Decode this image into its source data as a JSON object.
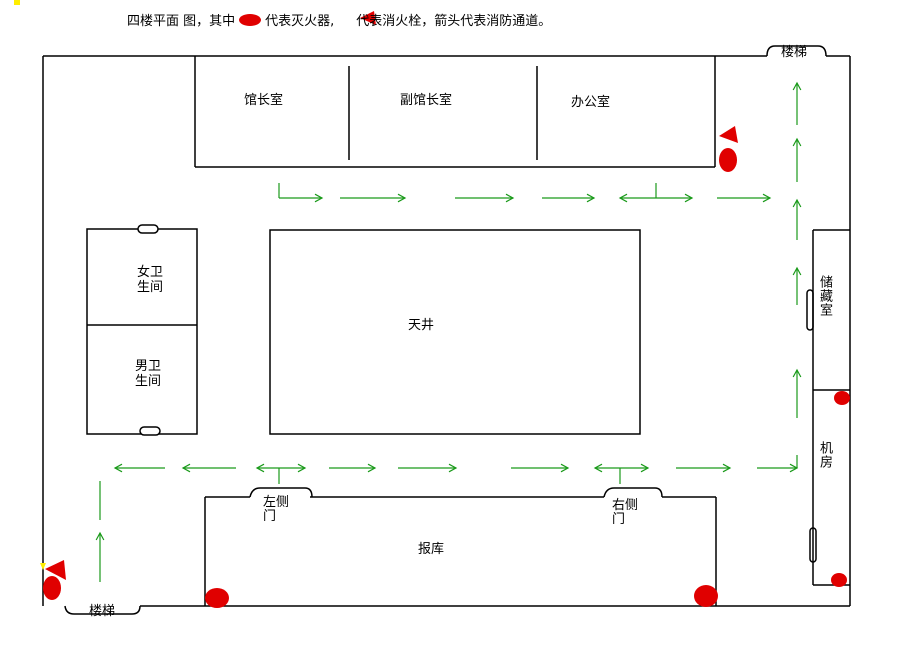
{
  "legend": {
    "prefix": "四楼平面 图，其中",
    "extinguisher_text": "代表灭火器,",
    "hydrant_text": "代表消火栓，箭头代表消防通道。"
  },
  "rooms": {
    "curator": "馆长室",
    "deputy_curator": "副馆长室",
    "office": "办公室",
    "womens_restroom_line1": "女卫",
    "womens_restroom_line2": "生间",
    "mens_restroom_line1": "男卫",
    "mens_restroom_line2": "生间",
    "atrium": "天井",
    "newspaper_storage": "报库",
    "storage_room": "储藏室",
    "machine_room": "机房"
  },
  "stairs": {
    "top_right": "楼梯",
    "bottom_left": "楼梯"
  },
  "doors": {
    "left_side_line1": "左侧",
    "left_side_line2": "门",
    "right_side_line1": "右侧",
    "right_side_line2": "门"
  },
  "colors": {
    "wall": "#000000",
    "arrow": "#1a9a1a",
    "extinguisher": "#e00000",
    "hydrant": "#e00000",
    "marker": "#ffee00"
  },
  "symbols": {
    "extinguisher_icon": "red-ellipse",
    "hydrant_icon": "red-triangle-flag",
    "route_icon": "green-arrow"
  }
}
